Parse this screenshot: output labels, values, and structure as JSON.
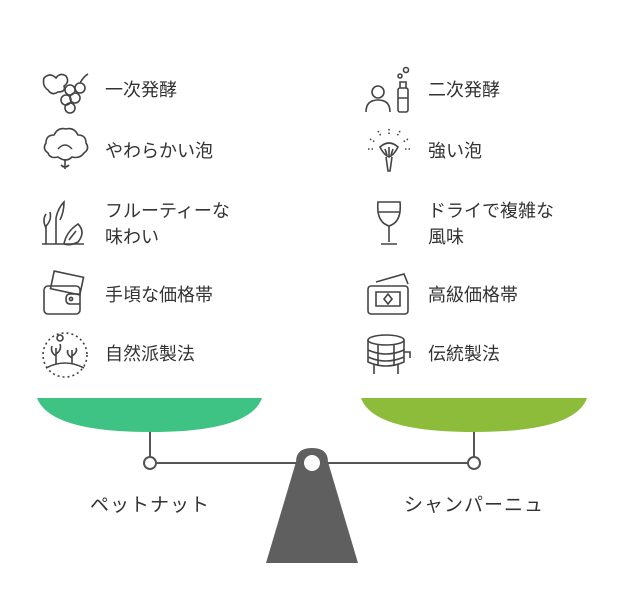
{
  "left": {
    "name": "ペットナット",
    "color": "#3fc384",
    "items": [
      {
        "label": "一次発酵",
        "icon": "grapes-icon"
      },
      {
        "label": "やわらかい泡",
        "icon": "soft-cloud-icon"
      },
      {
        "label": "フルーティーな\n味わい",
        "icon": "plant-leaf-icon"
      },
      {
        "label": "手頃な価格帯",
        "icon": "wallet-icon"
      },
      {
        "label": "自然派製法",
        "icon": "nature-plant-icon"
      }
    ]
  },
  "right": {
    "name": "シャンパーニュ",
    "color": "#8dbc3b",
    "items": [
      {
        "label": "二次発酵",
        "icon": "person-bottle-icon"
      },
      {
        "label": "強い泡",
        "icon": "sparkling-burst-icon"
      },
      {
        "label": "ドライで複雑な\n風味",
        "icon": "wine-glass-icon"
      },
      {
        "label": "高級価格帯",
        "icon": "premium-card-icon"
      },
      {
        "label": "伝統製法",
        "icon": "barrel-icon"
      }
    ]
  },
  "fulcrum_color": "#5f5f5f"
}
